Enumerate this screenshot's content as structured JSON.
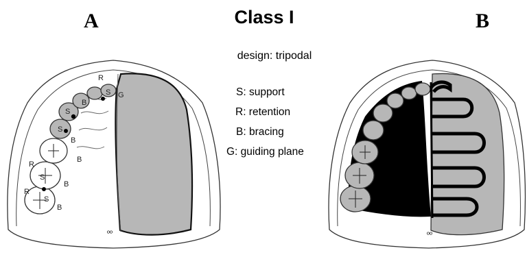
{
  "panels": {
    "left_label": "A",
    "right_label": "B"
  },
  "title": "Class I",
  "subtitle": "design: tripodal",
  "legend": [
    "S: support",
    "R: retention",
    "B: bracing",
    "G: guiding plane"
  ],
  "diagram_labels": {
    "s": "S",
    "r": "R",
    "b": "B",
    "g": "G",
    "papilla": "ºº"
  },
  "colors": {
    "shade": "#b7b7b7",
    "ink": "#000000",
    "outline": "#333333"
  }
}
